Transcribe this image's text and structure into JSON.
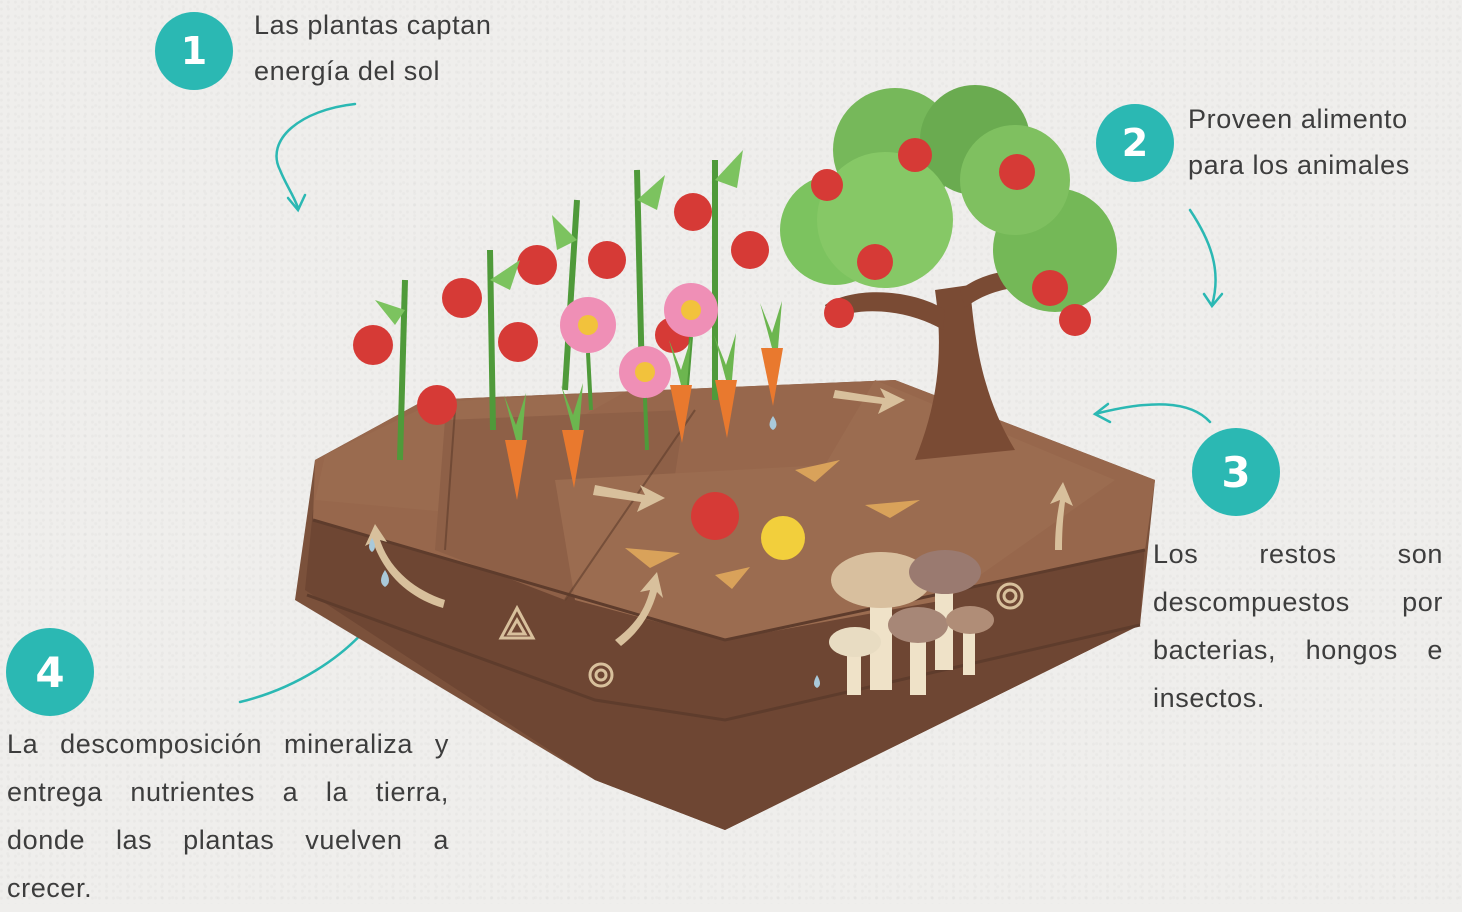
{
  "steps": [
    {
      "number": "1",
      "text": "Las plantas captan energía del sol"
    },
    {
      "number": "2",
      "text": "Proveen alimento para los animales"
    },
    {
      "number": "3",
      "text": "Los restos son descompuestos por bacterias, hongos e insectos."
    },
    {
      "number": "4",
      "text": "La descomposición mineraliza y entrega nutrientes a la tierra, donde las plantas vuelven a crecer."
    }
  ],
  "colors": {
    "accent": "#2bb8b3",
    "soil": "#8a5d44",
    "leaf": "#7cc35f",
    "apple": "#d63a36",
    "carrot": "#e9792e",
    "flower": "#ef8fb6"
  },
  "icons": [
    "arrow-icon",
    "mushroom-icon",
    "apple-icon",
    "leaf-icon",
    "flower-icon",
    "carrot-icon",
    "tomato-icon",
    "tree-icon",
    "water-drop-icon",
    "spiral-icon",
    "triangle-recycle-icon"
  ]
}
